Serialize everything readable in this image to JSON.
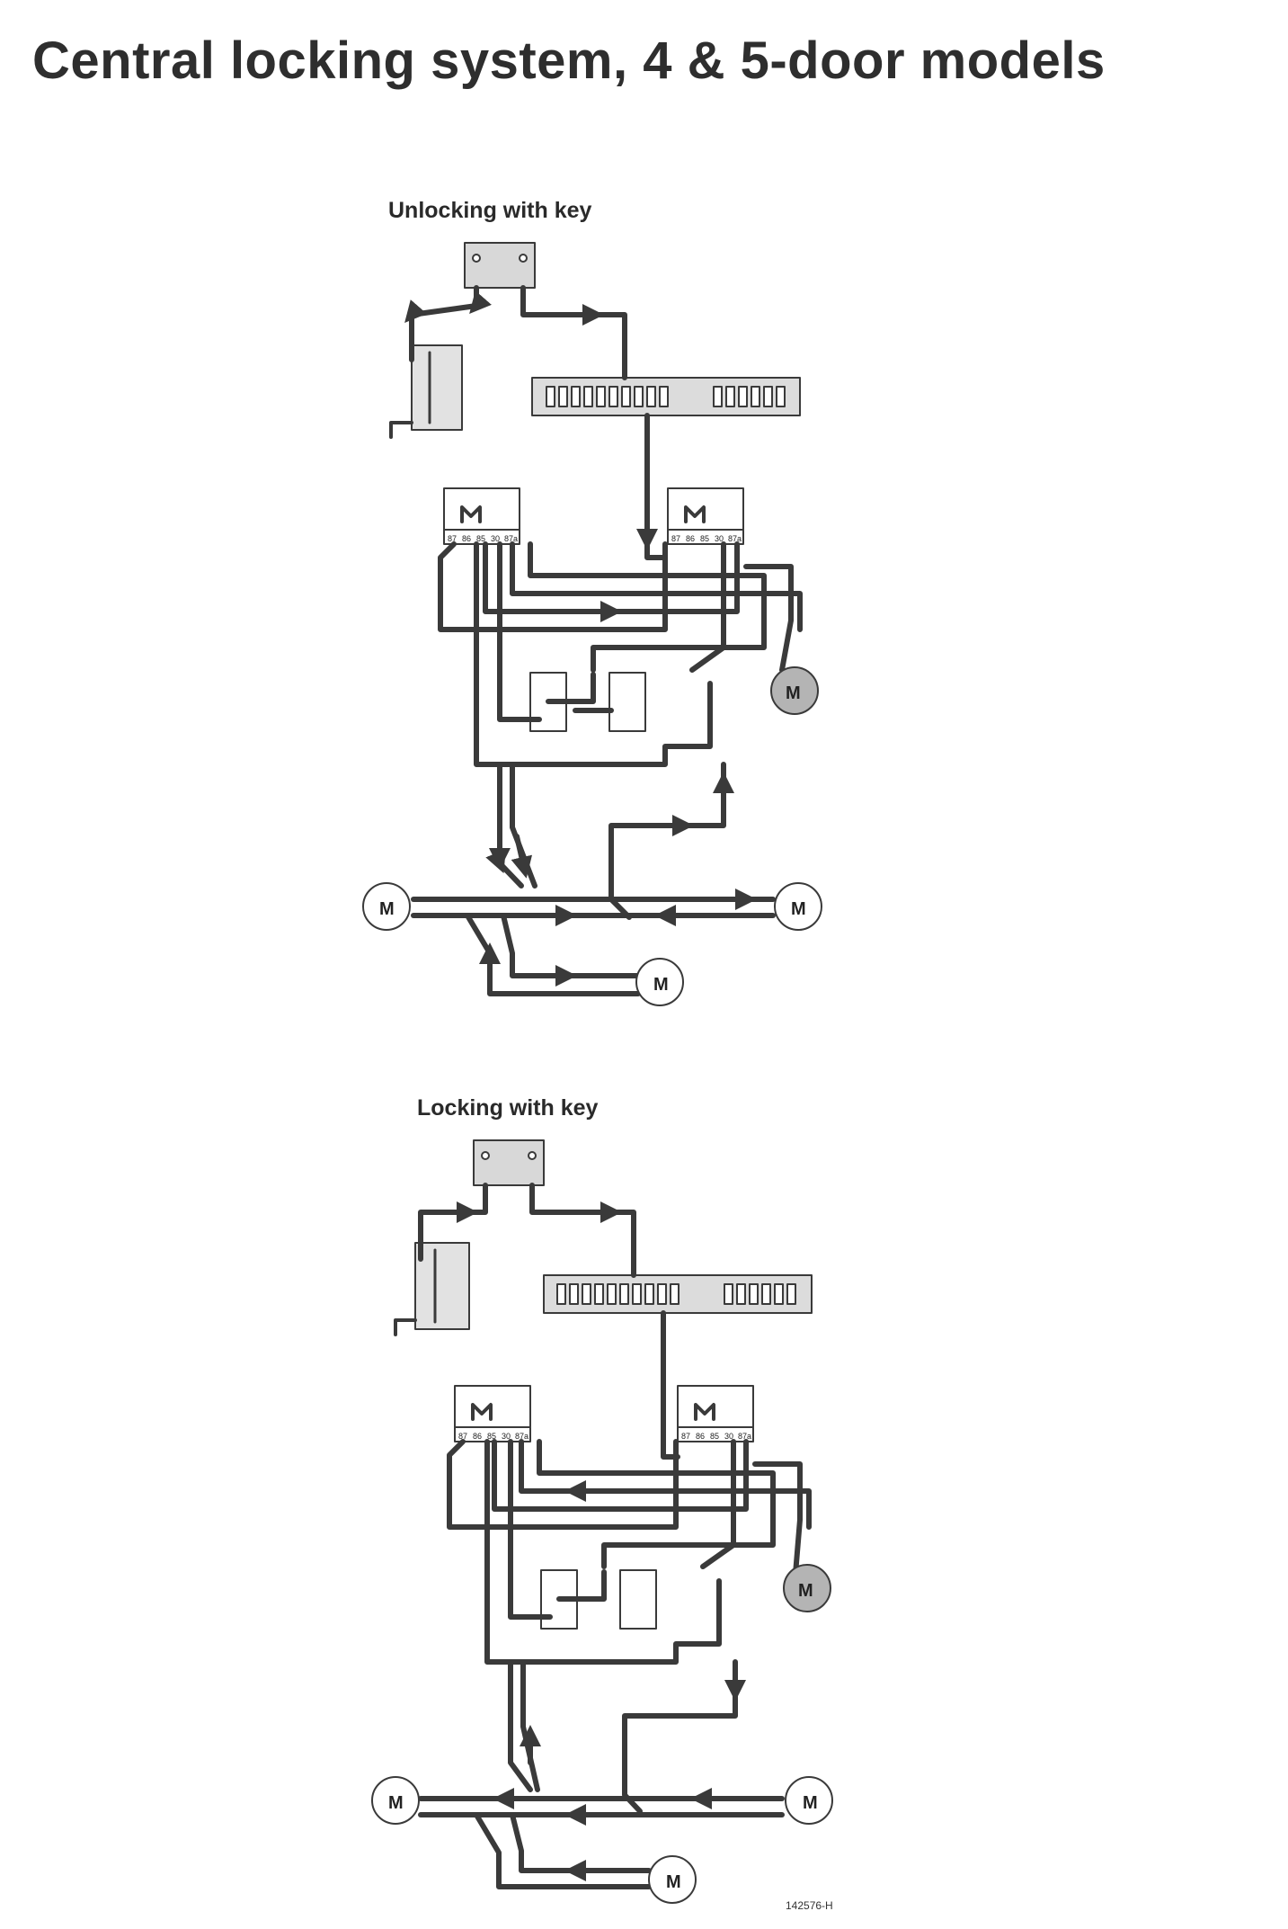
{
  "title": "Central locking system, 4 & 5-door models",
  "diagrams": [
    {
      "title": "Unlocking with key"
    },
    {
      "title": "Locking with key"
    }
  ],
  "labels": {
    "motor": "M",
    "relay_terminals": [
      "87",
      "86",
      "85",
      "30",
      "87a"
    ]
  },
  "reference": "142576-H",
  "colors": {
    "wire": "#3a3a3a",
    "motor_fill_active": "#b4b4b4",
    "fusebox_fill": "#dcdcdc"
  }
}
